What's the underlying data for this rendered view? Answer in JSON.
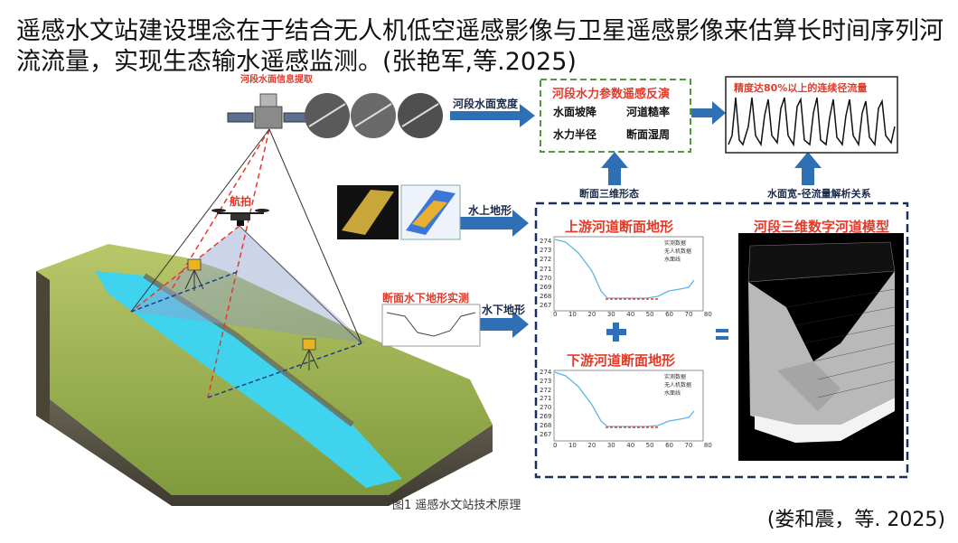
{
  "caption": "遥感水文站建设理念在于结合无人机低空遥感影像与卫星遥感影像来估算长时间序列河流流量，实现生态输水遥感监测。(张艳军,等.2025)",
  "citation": "(娄和震，等. 2025)",
  "figure_title": "图1   遥感水文站技术原理",
  "labels": {
    "satellite_extract": "河段水面信息提取",
    "aerial": "航拍",
    "river_width": "河段水面宽度",
    "above_water": "水上地形",
    "underwater_survey": "断面水下地形实测",
    "below_water": "水下地形",
    "section_3d": "断面三维形态",
    "width_flow": "水面宽-径流量解析关系"
  },
  "params_box": {
    "title": "河段水力参数遥感反演",
    "items": [
      "水面坡降",
      "河道糙率",
      "水力半径",
      "断面湿周"
    ]
  },
  "flow_box": {
    "title": "精度达80%以上的连续径流量"
  },
  "panels": {
    "upstream": "上游河道断面地形",
    "downstream": "下游河道断面地形",
    "model": "河段三维数字河道模型"
  },
  "section_legend": [
    "实测数据",
    "无人机数据",
    "水面线"
  ],
  "plus": "+",
  "equals": "=",
  "chart_axes": {
    "x_ticks": [
      "0",
      "10",
      "20",
      "30",
      "40",
      "50",
      "60",
      "70",
      "80"
    ],
    "y_ticks": [
      "274",
      "273",
      "272",
      "271",
      "270",
      "269",
      "268",
      "267"
    ]
  },
  "colors": {
    "arrow": "#2e6fb5",
    "green_dash": "#4c9a3a",
    "navy_dash": "#1b2f5e",
    "red": "#e23b2a",
    "river": "#3fd3ee"
  }
}
